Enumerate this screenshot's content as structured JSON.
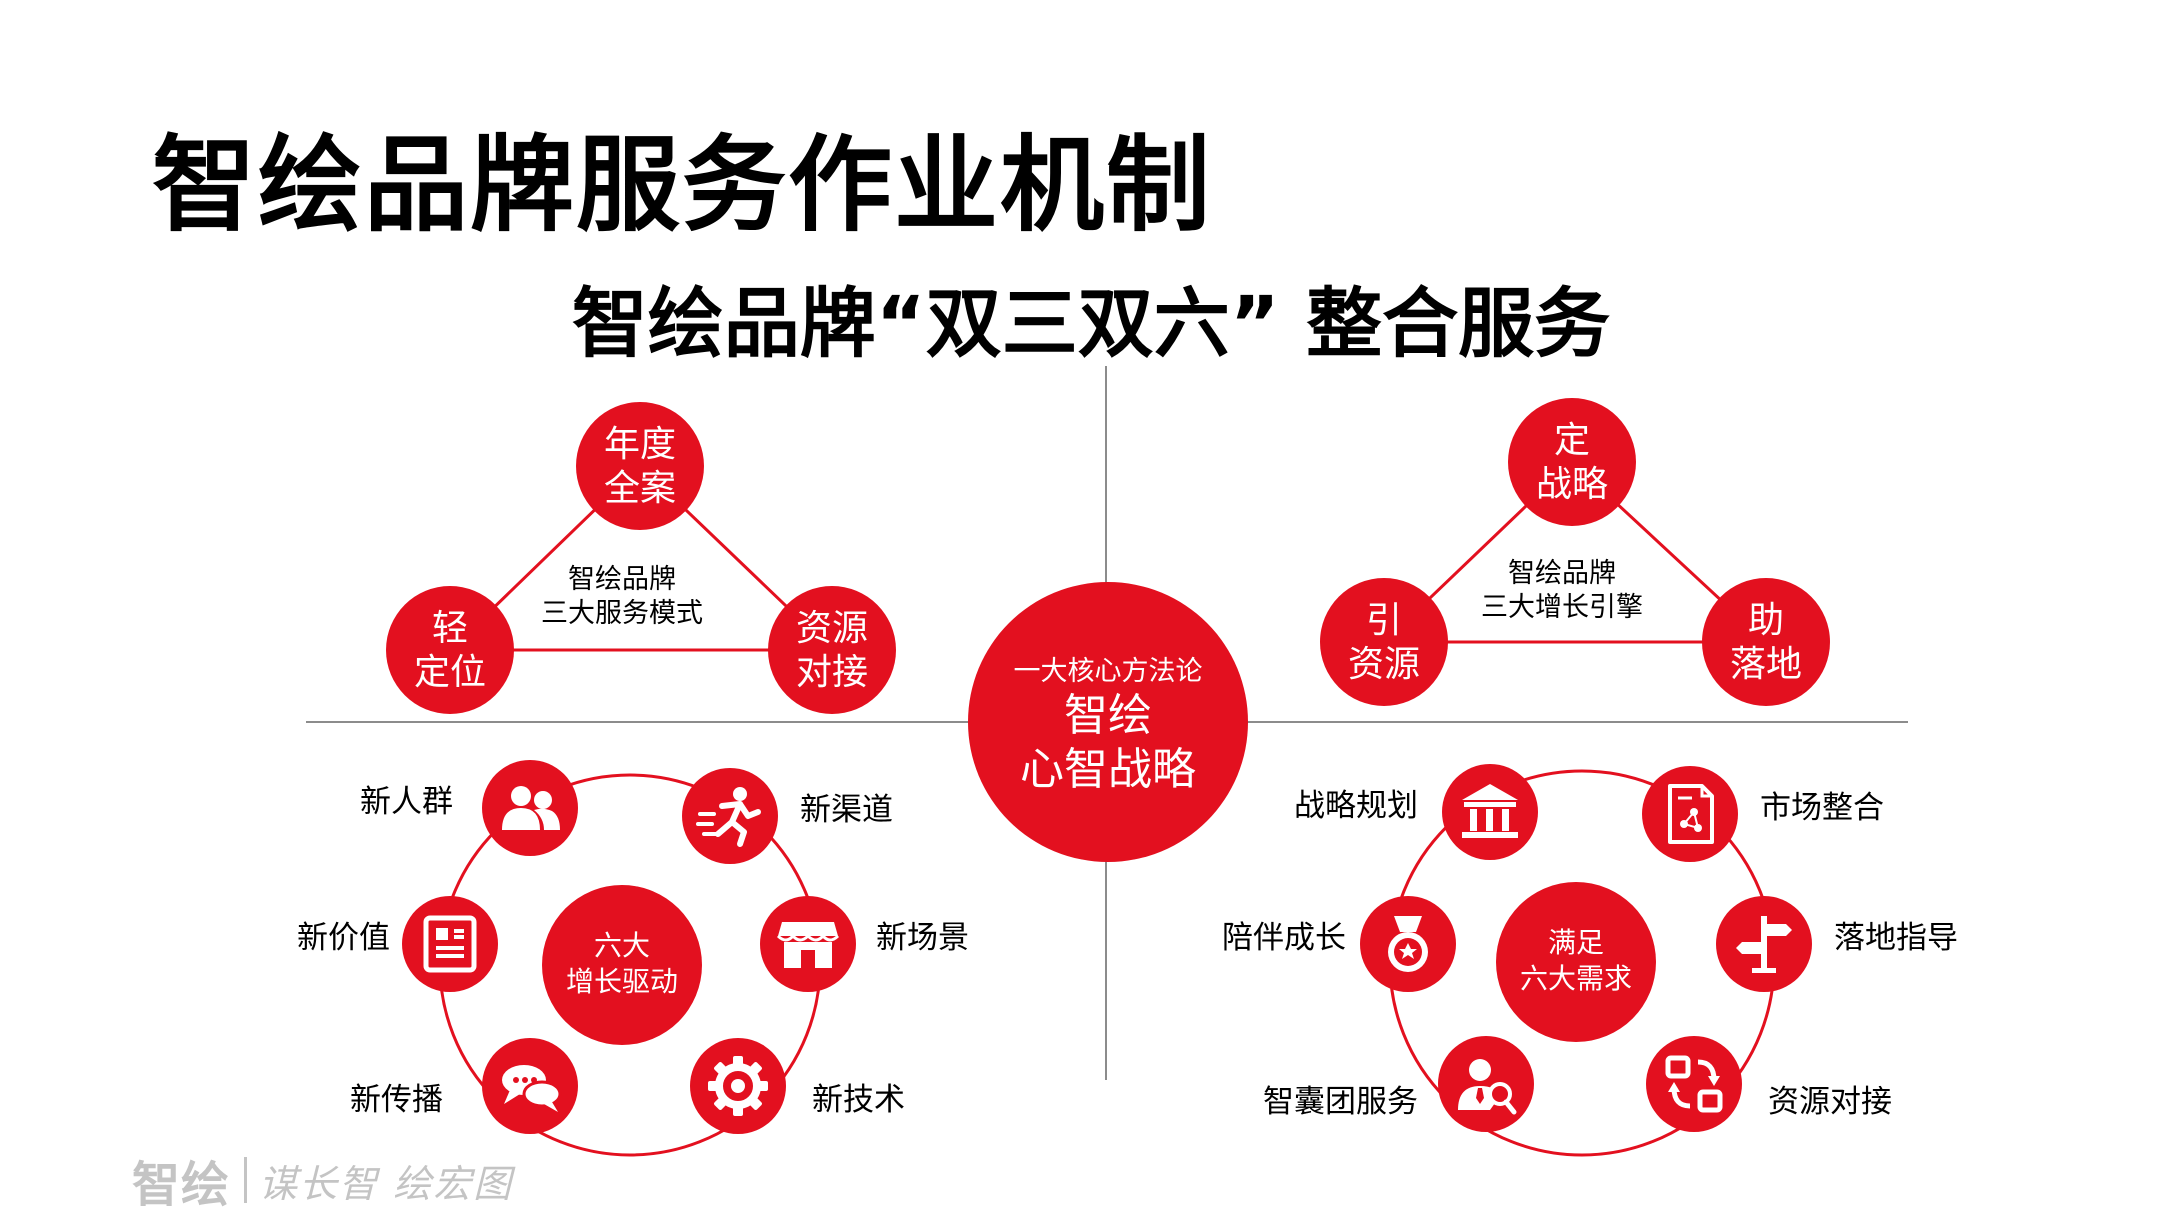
{
  "title": "智绘品牌服务作业机制",
  "subtitle": "智绘品牌“双三双六” 整合服务",
  "center": {
    "line1": "一大核心方法论",
    "line2": "智绘",
    "line3": "心智战略"
  },
  "top_left": {
    "center_text": [
      "智绘品牌",
      "三大服务模式"
    ],
    "nodes": [
      {
        "lines": [
          "年度",
          "全案"
        ]
      },
      {
        "lines": [
          "轻",
          "定位"
        ]
      },
      {
        "lines": [
          "资源",
          "对接"
        ]
      }
    ]
  },
  "top_right": {
    "center_text": [
      "智绘品牌",
      "三大增长引擎"
    ],
    "nodes": [
      {
        "lines": [
          "定",
          "战略"
        ]
      },
      {
        "lines": [
          "引",
          "资源"
        ]
      },
      {
        "lines": [
          "助",
          "落地"
        ]
      }
    ]
  },
  "bottom_left": {
    "center_text": [
      "六大",
      "增长驱动"
    ],
    "items": [
      {
        "label": "新人群",
        "icon": "users-icon"
      },
      {
        "label": "新渠道",
        "icon": "runner-icon"
      },
      {
        "label": "新场景",
        "icon": "storefront-icon"
      },
      {
        "label": "新技术",
        "icon": "gear-icon"
      },
      {
        "label": "新传播",
        "icon": "chat-bubbles-icon"
      },
      {
        "label": "新价值",
        "icon": "document-icon"
      }
    ]
  },
  "bottom_right": {
    "center_text": [
      "满足",
      "六大需求"
    ],
    "items": [
      {
        "label": "战略规划",
        "icon": "bank-icon"
      },
      {
        "label": "市场整合",
        "icon": "report-icon"
      },
      {
        "label": "落地指导",
        "icon": "signpost-icon"
      },
      {
        "label": "资源对接",
        "icon": "exchange-icon"
      },
      {
        "label": "智囊团服务",
        "icon": "consultant-icon"
      },
      {
        "label": "陪伴成长",
        "icon": "medal-icon"
      }
    ]
  },
  "footer": {
    "brand": "智绘",
    "slogan": "谋长智 绘宏图"
  },
  "colors": {
    "accent": "#e3101f",
    "divider": "#8c8c8c",
    "footer": "#c4c4c4"
  }
}
